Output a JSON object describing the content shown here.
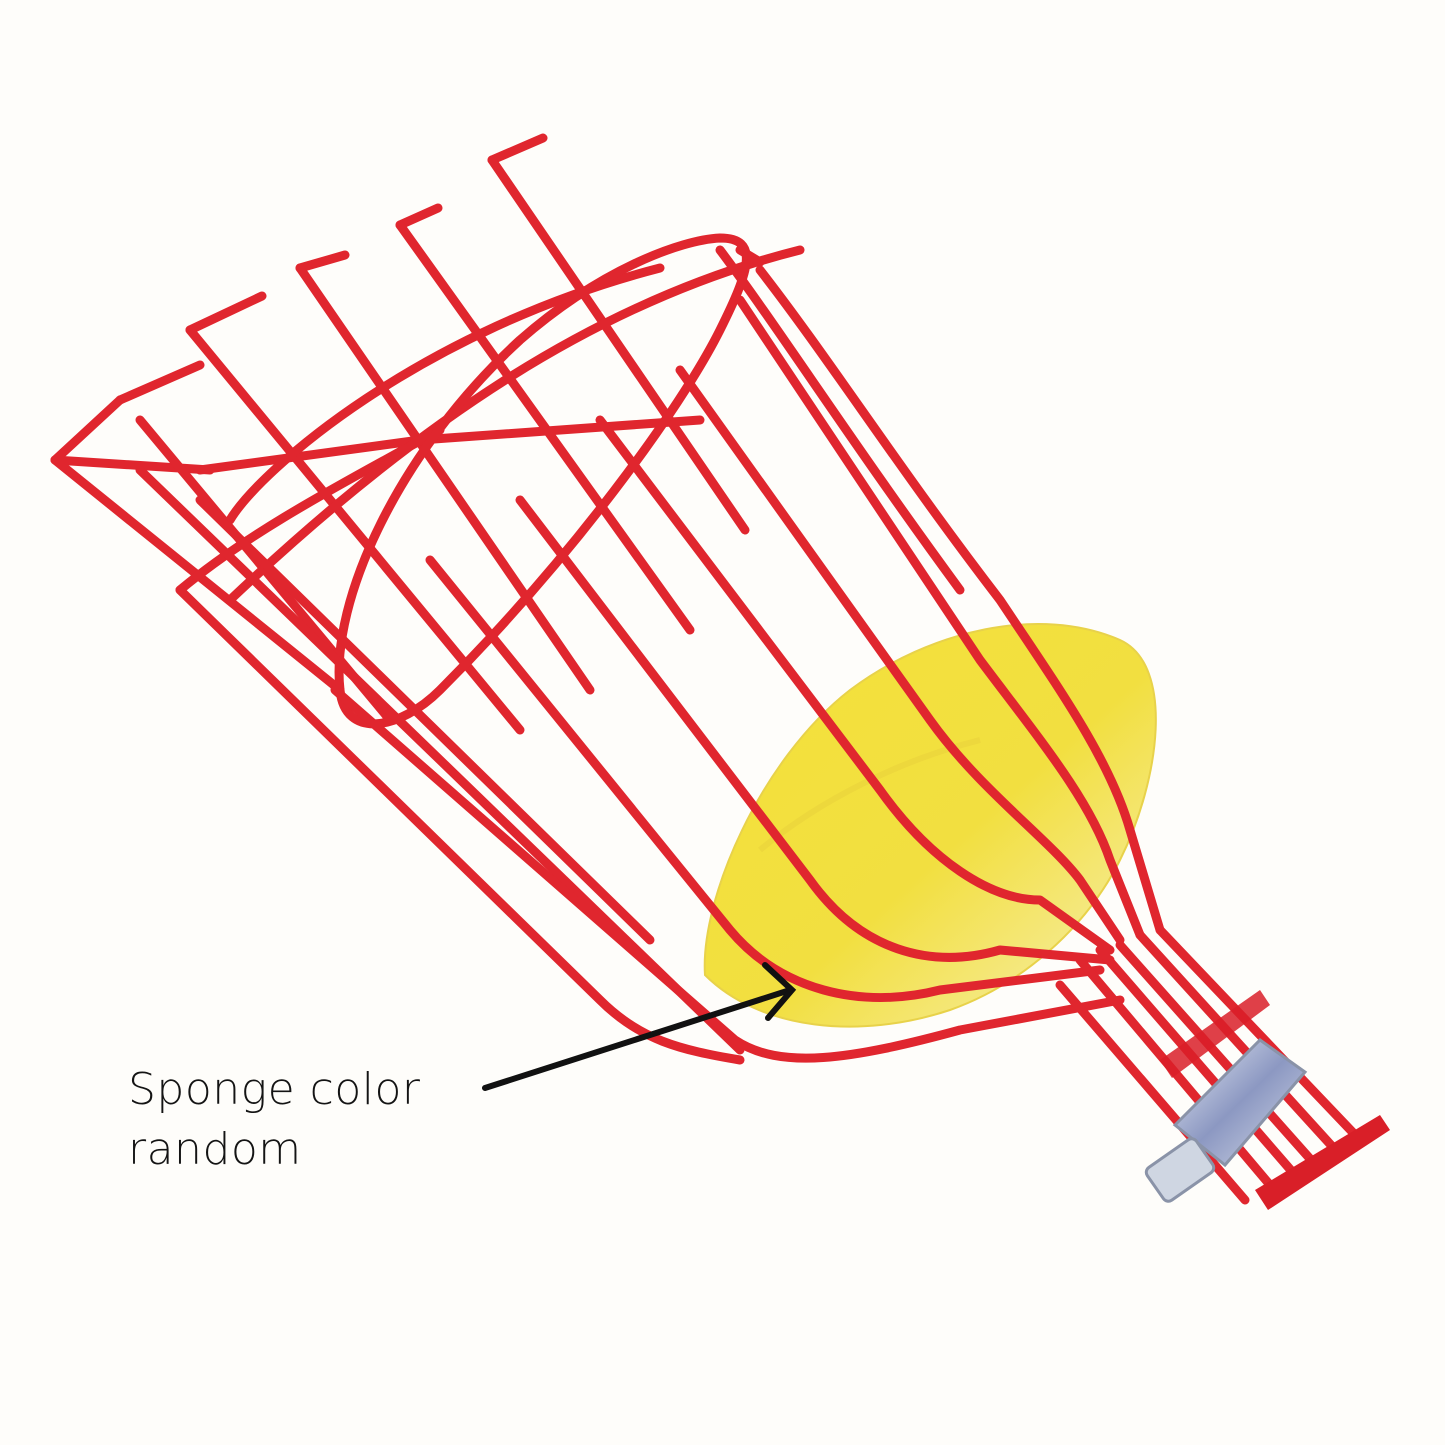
{
  "image": {
    "subject": "fruit picker basket head",
    "background_color": "#fefdfa",
    "colors": {
      "wire": "#e0262e",
      "wire_dark": "#c71d24",
      "sponge": "#f4e23a",
      "sponge_light": "#f6efb0",
      "clamp": "#b9c3d6",
      "arrow": "#111111"
    }
  },
  "annotation": {
    "line1": "Sponge color",
    "line2": "random"
  }
}
